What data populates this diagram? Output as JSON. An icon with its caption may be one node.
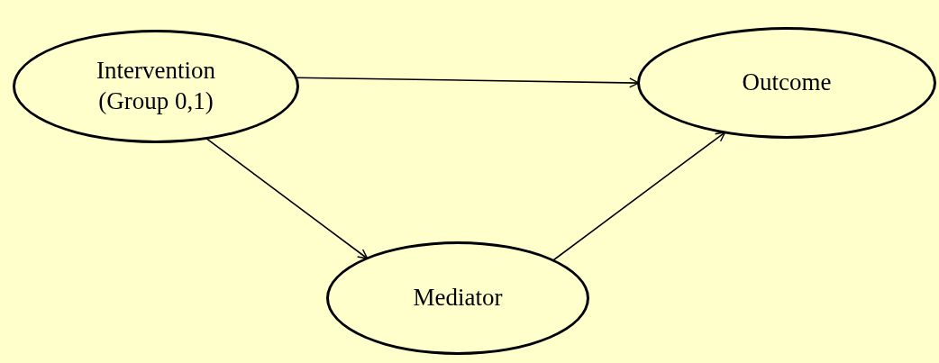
{
  "diagram": {
    "nodes": [
      {
        "text": [
          "Intervention (Group 0,1)"
        ]
      },
      {
        "text": [
          "Outcome"
        ]
      },
      {
        "text": [
          "Mediator"
        ]
      }
    ],
    "edges": [
      {
        "from": 0,
        "to": 1,
        "arrow": "to"
      },
      {
        "from": 0,
        "to": 2,
        "arrow": "to"
      },
      {
        "from": 2,
        "to": 1,
        "arrow": "to"
      }
    ]
  }
}
